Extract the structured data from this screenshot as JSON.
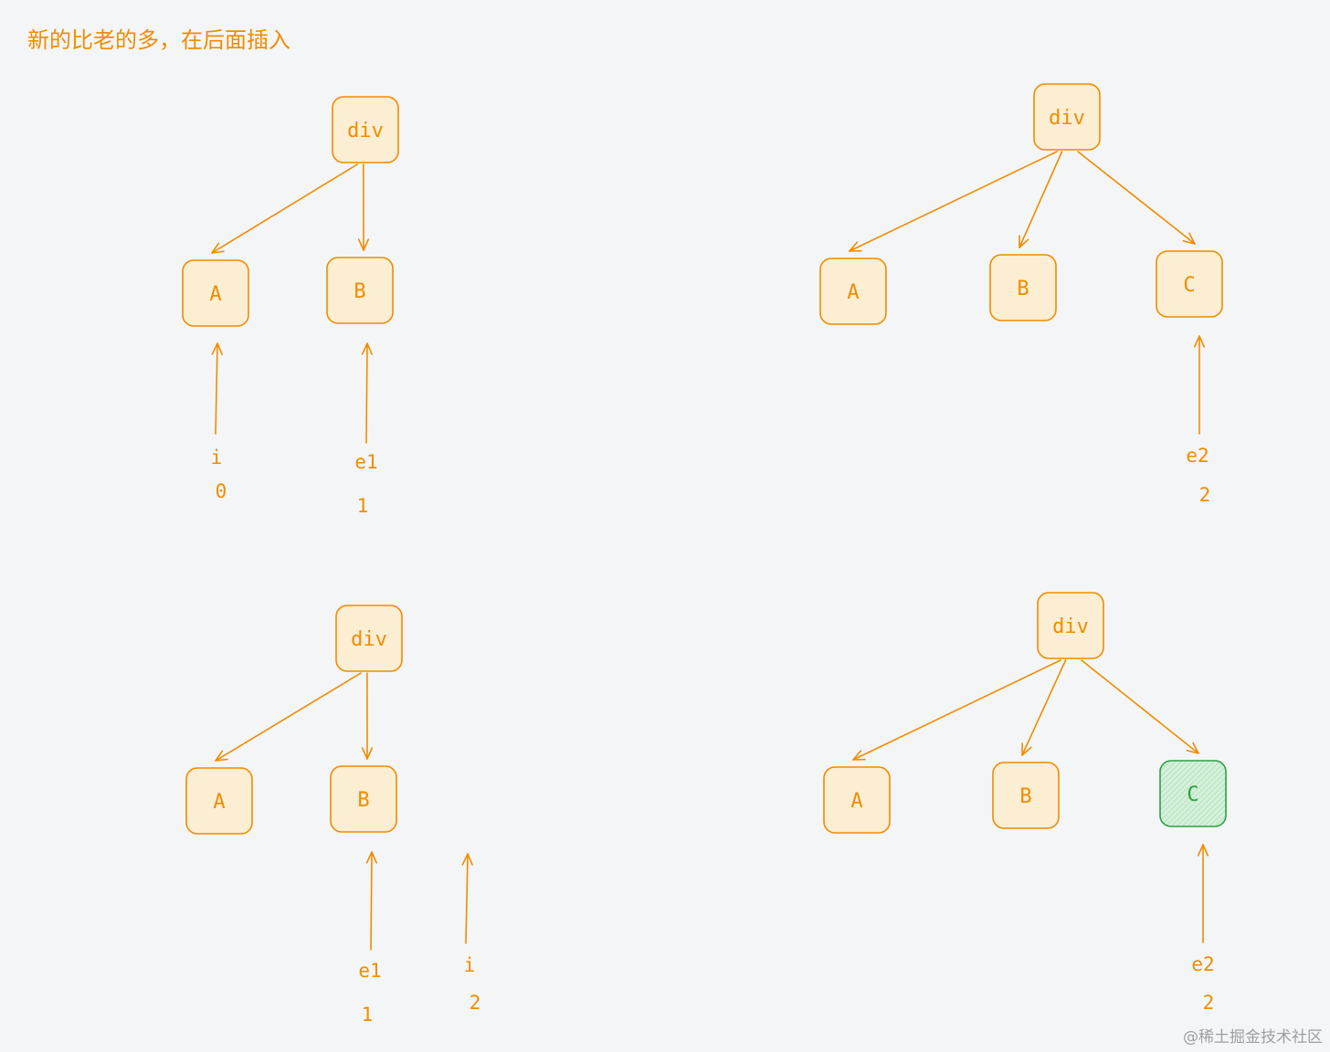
{
  "title": "新的比老的多，在后面插入",
  "watermark": "@稀土掘金技术社区",
  "colors": {
    "stroke": "#f08c00",
    "node_fill": "#fbeed2",
    "green_stroke": "#2f9e44",
    "green_fill": "#d3f0d9",
    "background": "#f4f5f6"
  },
  "panels": [
    {
      "id": "top-left",
      "root": "div",
      "children": [
        "A",
        "B"
      ],
      "pointers": [
        {
          "name": "i",
          "value": "0",
          "target": "A"
        },
        {
          "name": "e1",
          "value": "1",
          "target": "B"
        }
      ]
    },
    {
      "id": "top-right",
      "root": "div",
      "children": [
        "A",
        "B",
        "C"
      ],
      "pointers": [
        {
          "name": "e2",
          "value": "2",
          "target": "C"
        }
      ]
    },
    {
      "id": "bottom-left",
      "root": "div",
      "children": [
        "A",
        "B"
      ],
      "pointers": [
        {
          "name": "e1",
          "value": "1",
          "target": "B"
        },
        {
          "name": "i",
          "value": "2",
          "target": "none"
        }
      ]
    },
    {
      "id": "bottom-right",
      "root": "div",
      "children": [
        "A",
        "B",
        "C"
      ],
      "highlighted": "C",
      "pointers": [
        {
          "name": "e2",
          "value": "2",
          "target": "C"
        }
      ]
    }
  ]
}
